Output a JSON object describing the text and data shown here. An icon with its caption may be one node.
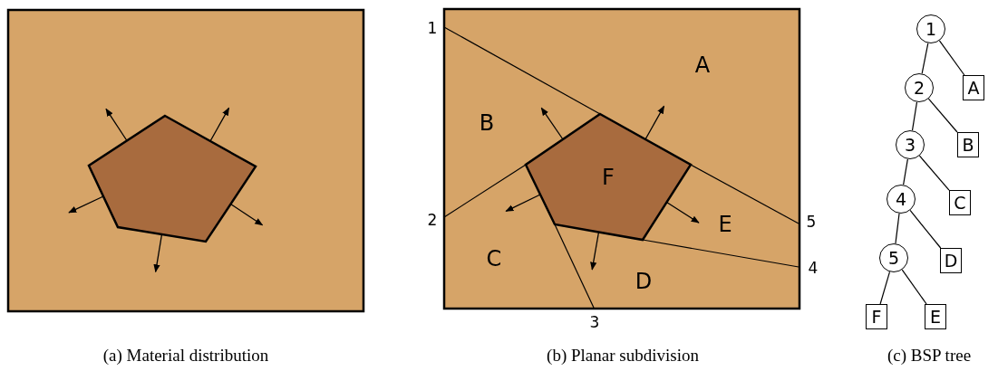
{
  "diagram": {
    "nodes": [
      {
        "text": [
          "F"
        ]
      },
      {
        "text": [
          "1"
        ]
      },
      {
        "text": [
          "2"
        ]
      },
      {
        "text": [
          "A"
        ]
      },
      {
        "text": [
          "3"
        ]
      },
      {
        "text": [
          "B"
        ]
      },
      {
        "text": [
          "4"
        ]
      },
      {
        "text": [
          "C"
        ]
      },
      {
        "text": [
          "5"
        ]
      },
      {
        "text": [
          "D"
        ]
      },
      {
        "text": [
          "F"
        ]
      },
      {
        "text": [
          "E"
        ]
      }
    ],
    "edges": [
      {
        "from": 1,
        "to": 2,
        "arrow": "none"
      },
      {
        "from": 1,
        "to": 3,
        "arrow": "none"
      },
      {
        "from": 2,
        "to": 4,
        "arrow": "none"
      },
      {
        "from": 2,
        "to": 5,
        "arrow": "none"
      },
      {
        "from": 4,
        "to": 6,
        "arrow": "none"
      },
      {
        "from": 4,
        "to": 7,
        "arrow": "none"
      },
      {
        "from": 6,
        "to": 8,
        "arrow": "none"
      },
      {
        "from": 6,
        "to": 9,
        "arrow": "none"
      },
      {
        "from": 8,
        "to": 10,
        "arrow": "none"
      },
      {
        "from": 8,
        "to": 11,
        "arrow": "none"
      }
    ],
    "labels": [
      "1",
      "A",
      "B",
      "2",
      "E",
      "5",
      "C",
      "4",
      "D",
      "3",
      "(a) Material distribution",
      "(b) Planar subdivision",
      "(c) BSP tree"
    ]
  }
}
